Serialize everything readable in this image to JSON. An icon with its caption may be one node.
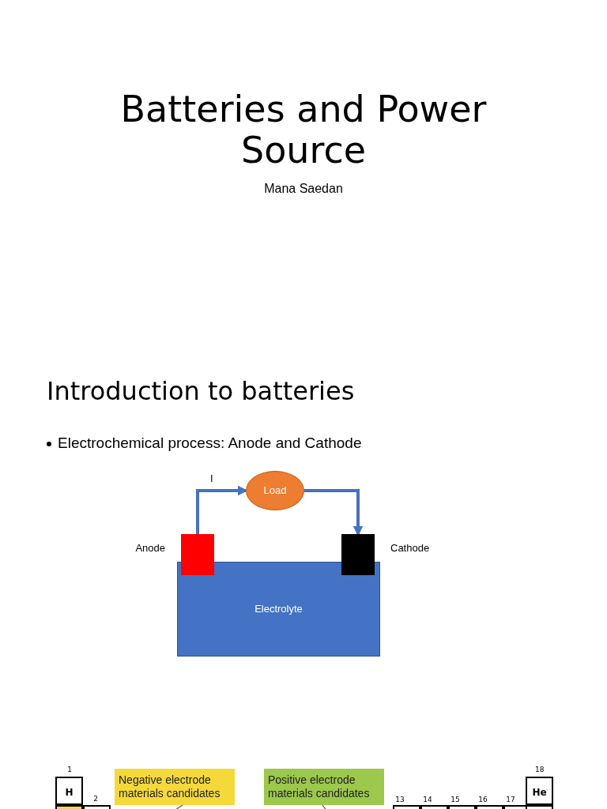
{
  "diagram": {
    "title": "Batteries and Power Source",
    "nodes": [
      {
        "text": [],
        "shape": "box",
        "beside": [
          "Anode"
        ]
      },
      {
        "text": [
          "Load"
        ]
      },
      {
        "text": [],
        "shape": "box",
        "beside": [
          "Cathode"
        ]
      },
      {
        "text": [
          "Electrolyte"
        ]
      },
      {
        "text": [
          "Negative electrode materials candidates"
        ]
      },
      {
        "text": [
          "Positive electrode materials candidates"
        ]
      }
    ],
    "edges": [
      {
        "from": 0,
        "to": 1,
        "arrow": "to",
        "label": "I",
        "style": "thick",
        "color": "#4472c4"
      },
      {
        "from": 1,
        "to": 2,
        "arrow": "to",
        "style": "thick",
        "color": "#4472c4"
      },
      {
        "from": 4,
        "to": null,
        "arrow": "none",
        "color": "#555555"
      },
      {
        "from": 5,
        "to": null,
        "arrow": "none",
        "color": "#555555"
      }
    ],
    "labels": [
      "Mana Saedan",
      "Introduction to batteries",
      "Electrochemical process: Anode and Cathode",
      "1",
      "18",
      "H",
      "2",
      "13",
      "14",
      "15",
      "16",
      "17",
      "He"
    ]
  }
}
